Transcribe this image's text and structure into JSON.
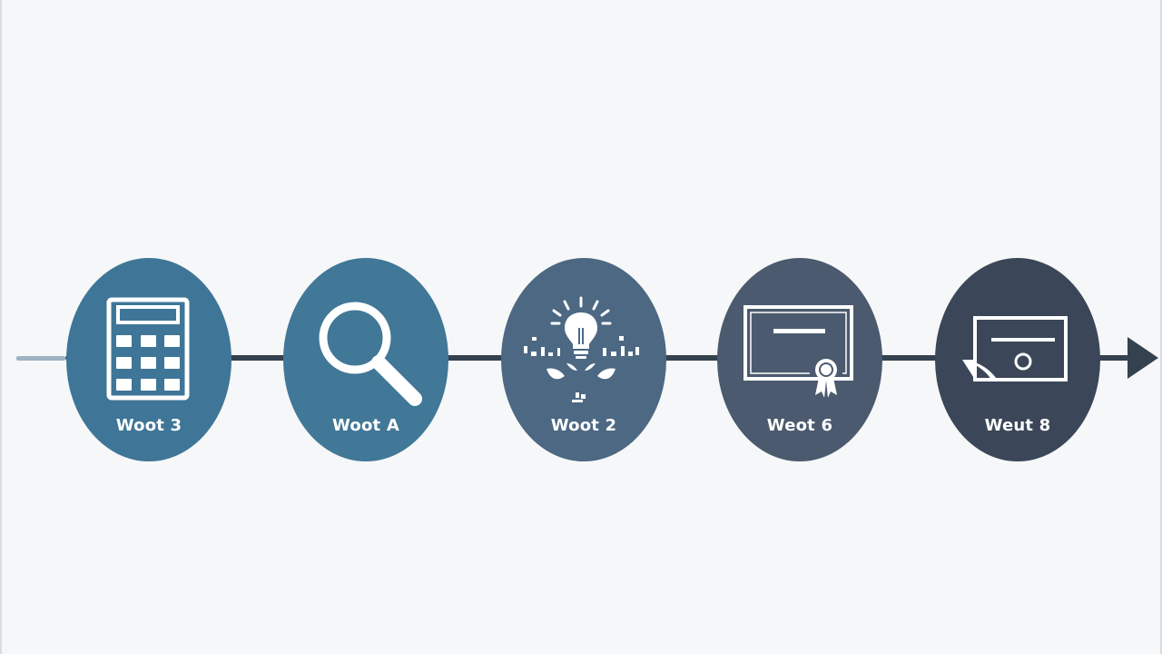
{
  "diagram": {
    "colors": {
      "background": "#f6f7f8",
      "line": "#34414f",
      "lead_line": "#9fb3c2",
      "icon": "#ffffff"
    },
    "steps": [
      {
        "label": "Woot 3",
        "icon": "calculator-icon",
        "color": "#3f7697"
      },
      {
        "label": "Woot A",
        "icon": "magnifier-icon",
        "color": "#417797"
      },
      {
        "label": "Woot 2",
        "icon": "lightbulb-icon",
        "color": "#4c6883"
      },
      {
        "label": "Weot 6",
        "icon": "certificate-icon",
        "color": "#4b5a6e"
      },
      {
        "label": "Weut 8",
        "icon": "document-icon",
        "color": "#3b4758"
      }
    ]
  }
}
